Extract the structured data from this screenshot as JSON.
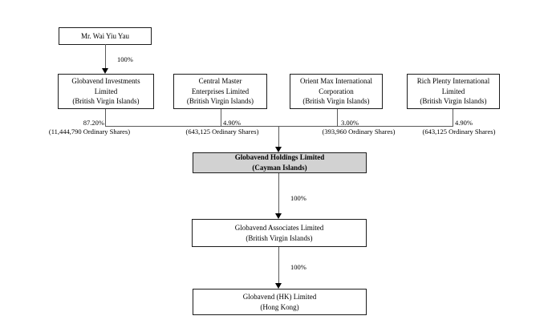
{
  "diagram": {
    "title_hint": "Globavend corporate shareholding structure",
    "colors": {
      "holding_fill": "#d2d2d2",
      "line": "#5a5a5a",
      "border": "#1c1c1c",
      "background": "#ffffff"
    },
    "owner": {
      "name": "Mr. Wai Yiu Yau",
      "ownership_percent": "100%"
    },
    "shareholders": [
      {
        "line1": "Globavend Investments",
        "line2": "Limited",
        "jurisdiction": "(British Virgin Islands)",
        "percent": "87.20%",
        "shares": "(11,444,790 Ordinary Shares)"
      },
      {
        "line1": "Central Master",
        "line2": "Enterprises Limited",
        "jurisdiction": "(British Virgin Islands)",
        "percent": "4.90%",
        "shares": "(643,125 Ordinary Shares)"
      },
      {
        "line1": "Orient Max International",
        "line2": "Corporation",
        "jurisdiction": "(British Virgin Islands)",
        "percent": "3.00%",
        "shares": "(393,960 Ordinary Shares)"
      },
      {
        "line1": "Rich Plenty International",
        "line2": "Limited",
        "jurisdiction": "(British Virgin Islands)",
        "percent": "4.90%",
        "shares": "(643,125 Ordinary Shares)"
      }
    ],
    "holding": {
      "name": "Globavend Holdings Limited",
      "jurisdiction": "(Cayman Islands)",
      "ownership_percent_down": "100%"
    },
    "associates": {
      "name": "Globavend Associates Limited",
      "jurisdiction": "(British Virgin Islands)",
      "ownership_percent_down": "100%"
    },
    "hk": {
      "name": "Globavend (HK) Limited",
      "jurisdiction": "(Hong Kong)"
    }
  }
}
